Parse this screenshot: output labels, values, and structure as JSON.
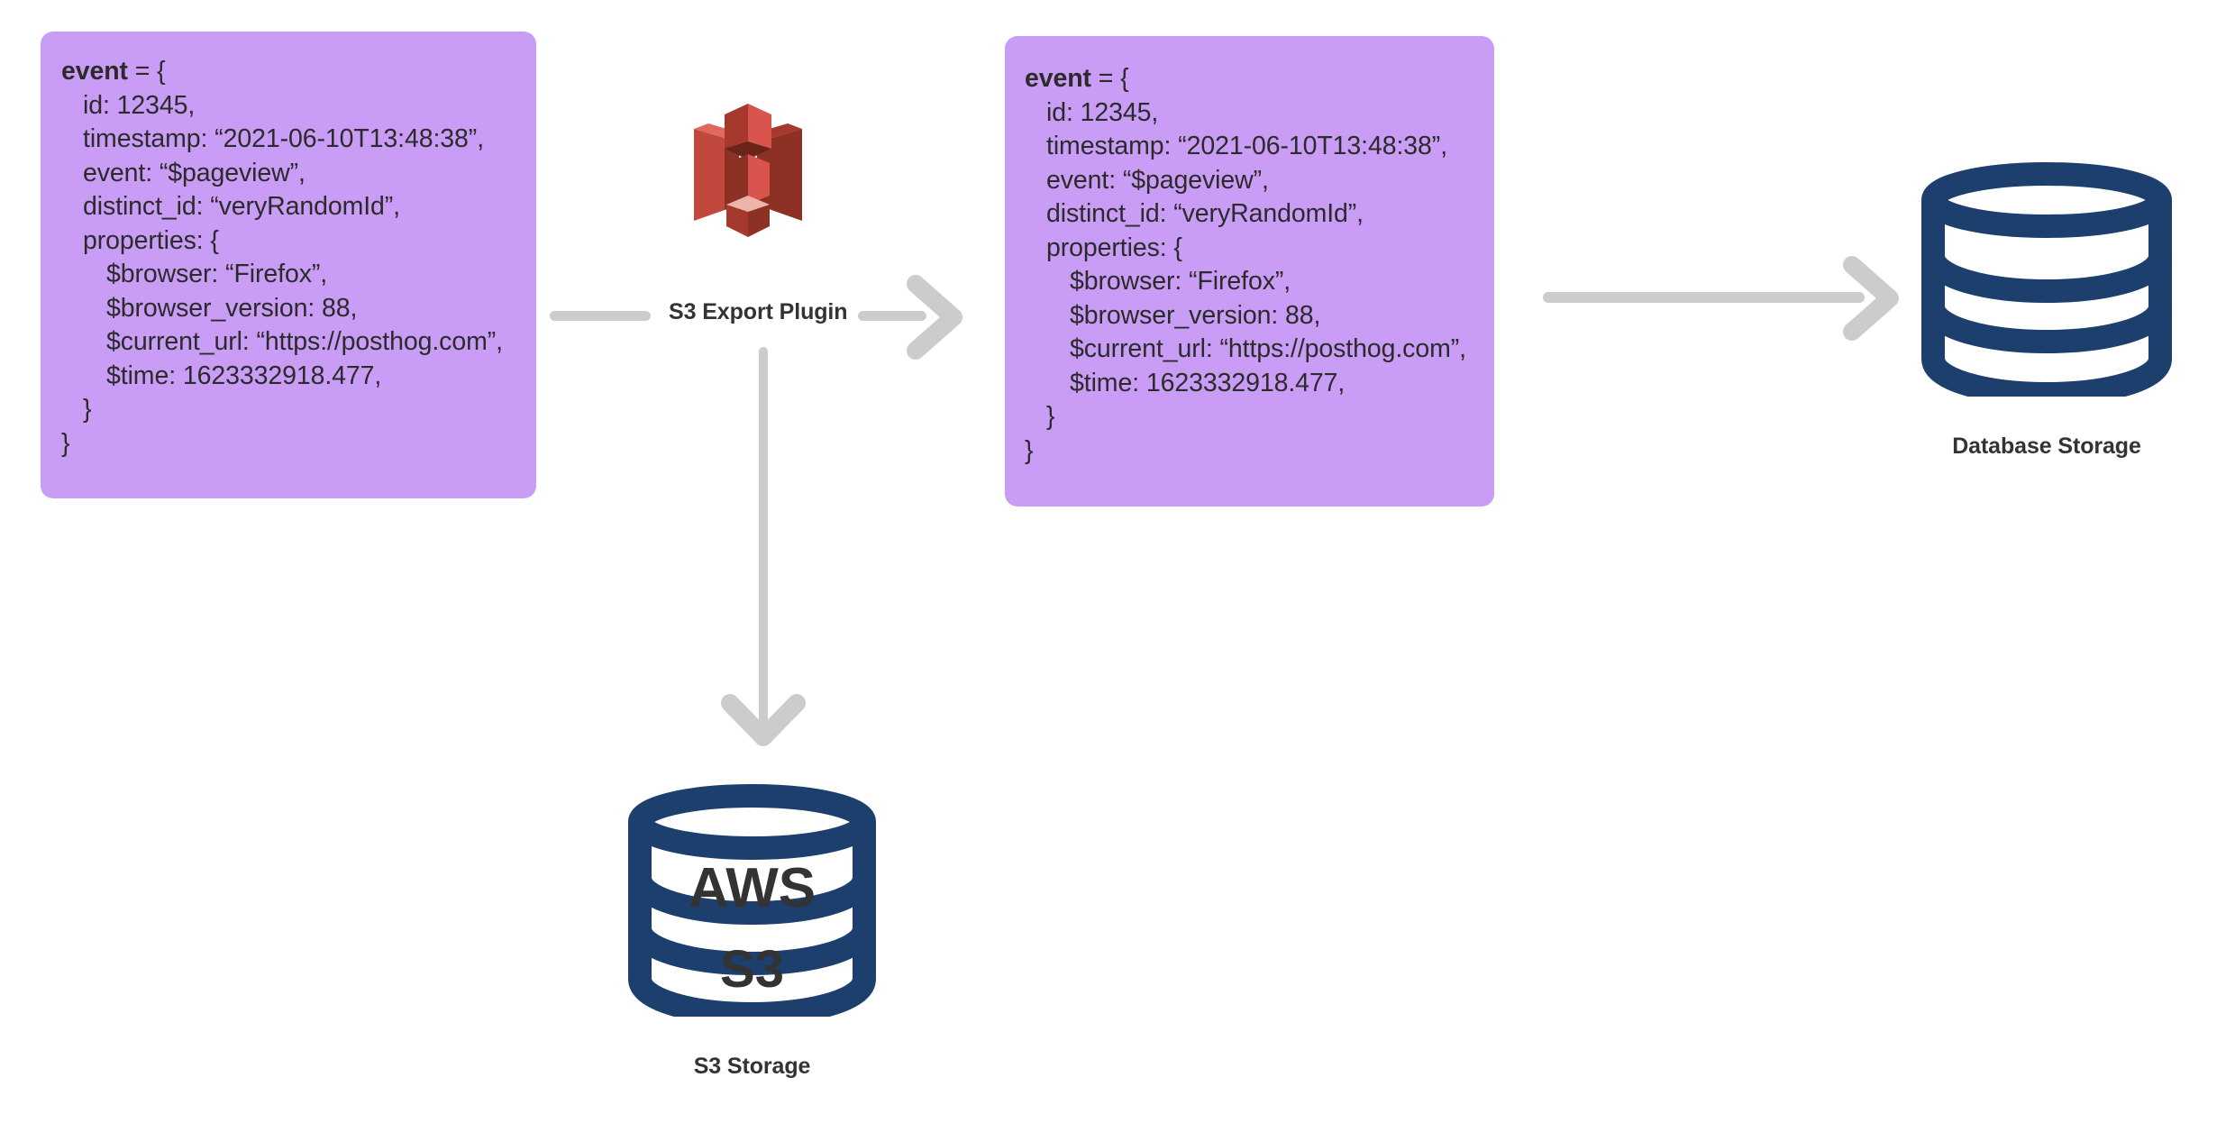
{
  "diagram": {
    "title": "S3 Export Plugin data flow",
    "background_color": "#ffffff",
    "accent_purple": "#c99cf5",
    "accent_navy": "#1c3f6e",
    "accent_grey": "#ccccce",
    "accent_red": "#d9544d"
  },
  "event_box_left": {
    "lines": [
      {
        "key": "event",
        "rest": " = {",
        "indent": 0,
        "bold": true
      },
      {
        "text": "id: 12345,",
        "indent": 1
      },
      {
        "text": "timestamp: “2021-06-10T13:48:38”,",
        "indent": 1
      },
      {
        "text": "event: “$pageview”,",
        "indent": 1
      },
      {
        "text": "distinct_id: “veryRandomId”,",
        "indent": 1
      },
      {
        "text": "properties: {",
        "indent": 1
      },
      {
        "text": "$browser: “Firefox”,",
        "indent": 2
      },
      {
        "text": "$browser_version: 88,",
        "indent": 2
      },
      {
        "text": "$current_url: “https://posthog.com”,",
        "indent": 2
      },
      {
        "text": "$time: 1623332918.477,",
        "indent": 2
      },
      {
        "text": "}",
        "indent": 1
      },
      {
        "text": "}",
        "indent": 0
      }
    ]
  },
  "event_box_right": {
    "lines": [
      {
        "key": "event",
        "rest": " = {",
        "indent": 0,
        "bold": true
      },
      {
        "text": "id: 12345,",
        "indent": 1
      },
      {
        "text": "timestamp: “2021-06-10T13:48:38”,",
        "indent": 1
      },
      {
        "text": "event: “$pageview”,",
        "indent": 1
      },
      {
        "text": "distinct_id: “veryRandomId”,",
        "indent": 1
      },
      {
        "text": "properties: {",
        "indent": 1
      },
      {
        "text": "$browser: “Firefox”,",
        "indent": 2
      },
      {
        "text": "$browser_version: 88,",
        "indent": 2
      },
      {
        "text": "$current_url: “https://posthog.com”,",
        "indent": 2
      },
      {
        "text": "$time: 1623332918.477,",
        "indent": 2
      },
      {
        "text": "}",
        "indent": 1
      },
      {
        "text": "}",
        "indent": 0
      }
    ]
  },
  "plugin": {
    "label": "S3 Export Plugin",
    "icon": "aws-s3-cube-logo"
  },
  "s3_storage": {
    "label": "S3 Storage",
    "band_top_text": "AWS",
    "band_bottom_text": "S3",
    "icon": "database-cylinder-icon"
  },
  "database_storage": {
    "label": "Database Storage",
    "icon": "database-cylinder-icon"
  },
  "arrows": [
    {
      "name": "event-to-plugin",
      "direction": "right"
    },
    {
      "name": "plugin-to-event",
      "direction": "right"
    },
    {
      "name": "plugin-to-s3-storage",
      "direction": "down"
    },
    {
      "name": "event-to-database-storage",
      "direction": "right"
    }
  ]
}
